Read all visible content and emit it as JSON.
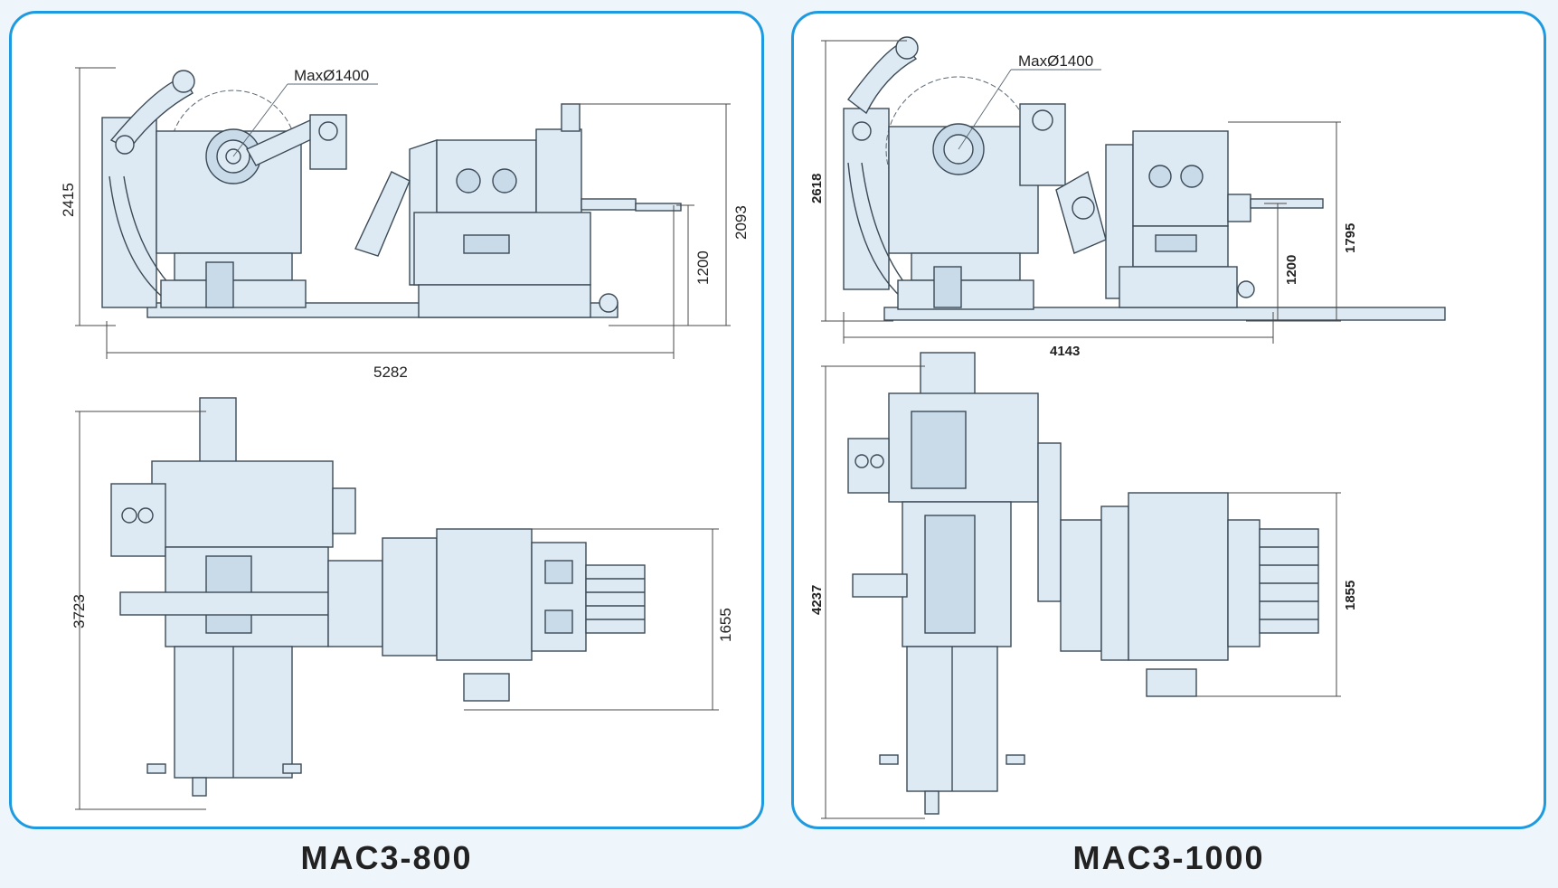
{
  "models": [
    {
      "name": "MAC3-800",
      "coil_label": "MaxØ1400",
      "side_view": {
        "height_left": "2415",
        "height_right": "2093",
        "pass_line": "1200",
        "length": "5282"
      },
      "top_view": {
        "depth_left": "3723",
        "width_right": "1655"
      }
    },
    {
      "name": "MAC3-1000",
      "coil_label": "MaxØ1400",
      "side_view": {
        "height_left": "2618",
        "height_right": "1795",
        "pass_line": "1200",
        "length": "4143"
      },
      "top_view": {
        "depth_left": "4237",
        "width_right": "1855"
      }
    }
  ],
  "colors": {
    "frame_border": "#1e9be0",
    "machine_fill": "#dde9f3",
    "line": "#3b4a56"
  }
}
